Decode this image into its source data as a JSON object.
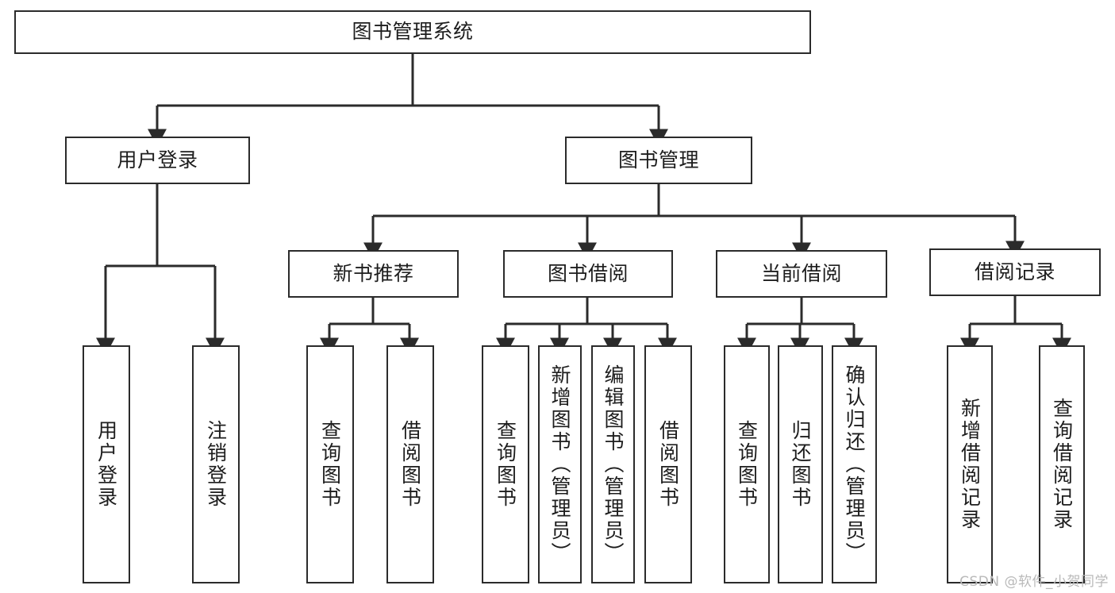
{
  "diagram": {
    "title": "图书管理系统",
    "watermark": "CSDN @软件_小贺同学",
    "colors": {
      "stroke": "#2b2b2b",
      "fill": "#ffffff",
      "text": "#1d1d1d",
      "watermark": "#b9b9b9"
    }
  },
  "chart_data": {
    "type": "tree",
    "title": "图书管理系统",
    "orientation": "top-down",
    "root": {
      "label": "图书管理系统",
      "children": [
        {
          "label": "用户登录",
          "children": [
            {
              "label": "用户登录"
            },
            {
              "label": "注销登录"
            }
          ]
        },
        {
          "label": "图书管理",
          "children": [
            {
              "label": "新书推荐",
              "children": [
                {
                  "label": "查询图书"
                },
                {
                  "label": "借阅图书"
                }
              ]
            },
            {
              "label": "图书借阅",
              "children": [
                {
                  "label": "查询图书"
                },
                {
                  "label": "新增图书（管理员）"
                },
                {
                  "label": "编辑图书（管理员）"
                },
                {
                  "label": "借阅图书"
                }
              ]
            },
            {
              "label": "当前借阅",
              "children": [
                {
                  "label": "查询图书"
                },
                {
                  "label": "归还图书"
                },
                {
                  "label": "确认归还（管理员）"
                }
              ]
            },
            {
              "label": "借阅记录",
              "children": [
                {
                  "label": "新增借阅记录"
                },
                {
                  "label": "查询借阅记录"
                }
              ]
            }
          ]
        }
      ]
    }
  },
  "nodes": {
    "root": {
      "label": "图书管理系统"
    },
    "level2": [
      {
        "label": "用户登录"
      },
      {
        "label": "图书管理"
      }
    ],
    "level3": [
      {
        "label": "新书推荐"
      },
      {
        "label": "图书借阅"
      },
      {
        "label": "当前借阅"
      },
      {
        "label": "借阅记录"
      }
    ],
    "leaves_user_login": [
      {
        "label": "用户登录"
      },
      {
        "label": "注销登录"
      }
    ],
    "leaves_new_book": [
      {
        "label": "查询图书"
      },
      {
        "label": "借阅图书"
      }
    ],
    "leaves_borrow": [
      {
        "label": "查询图书"
      },
      {
        "label": "新增图书（管理员）"
      },
      {
        "label": "编辑图书（管理员）"
      },
      {
        "label": "借阅图书"
      }
    ],
    "leaves_current": [
      {
        "label": "查询图书"
      },
      {
        "label": "归还图书"
      },
      {
        "label": "确认归还（管理员）"
      }
    ],
    "leaves_record": [
      {
        "label": "新增借阅记录"
      },
      {
        "label": "查询借阅记录"
      }
    ]
  }
}
